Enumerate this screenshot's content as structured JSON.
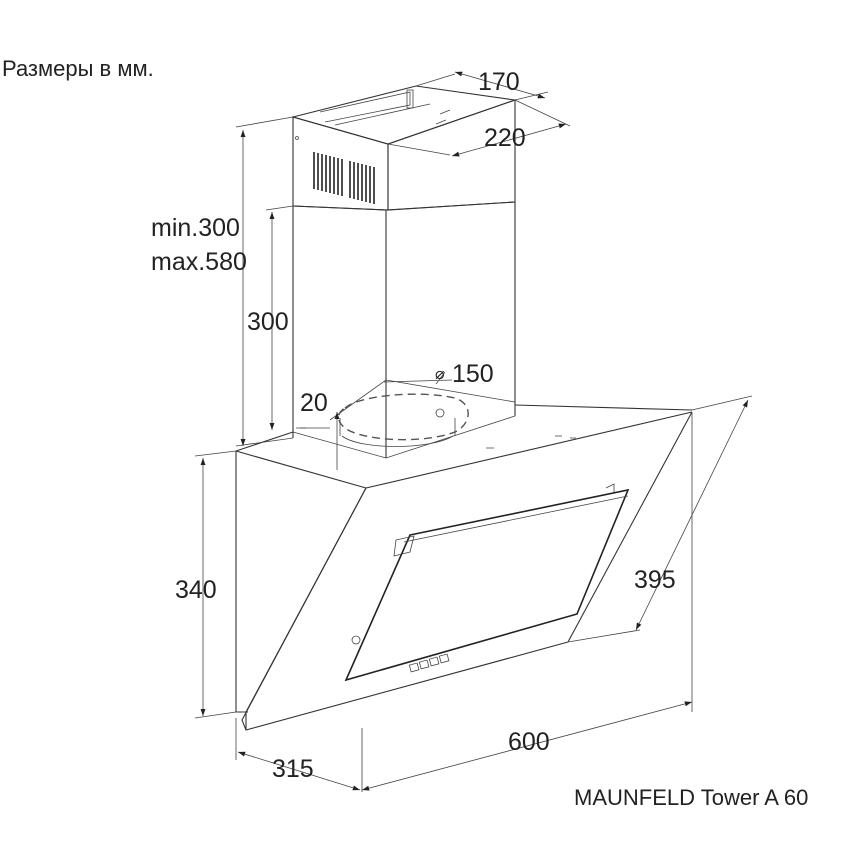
{
  "caption": "Размеры в мм.",
  "model": "MAUNFELD Tower A 60",
  "dimensions": {
    "duct_depth": "170",
    "duct_width": "220",
    "chimney_range_min": "min.300",
    "chimney_range_max": "max.580",
    "chimney_height": "300",
    "outlet_diameter": "150",
    "outlet_offset": "20",
    "body_height": "340",
    "glass_height": "395",
    "width": "600",
    "depth": "315"
  }
}
